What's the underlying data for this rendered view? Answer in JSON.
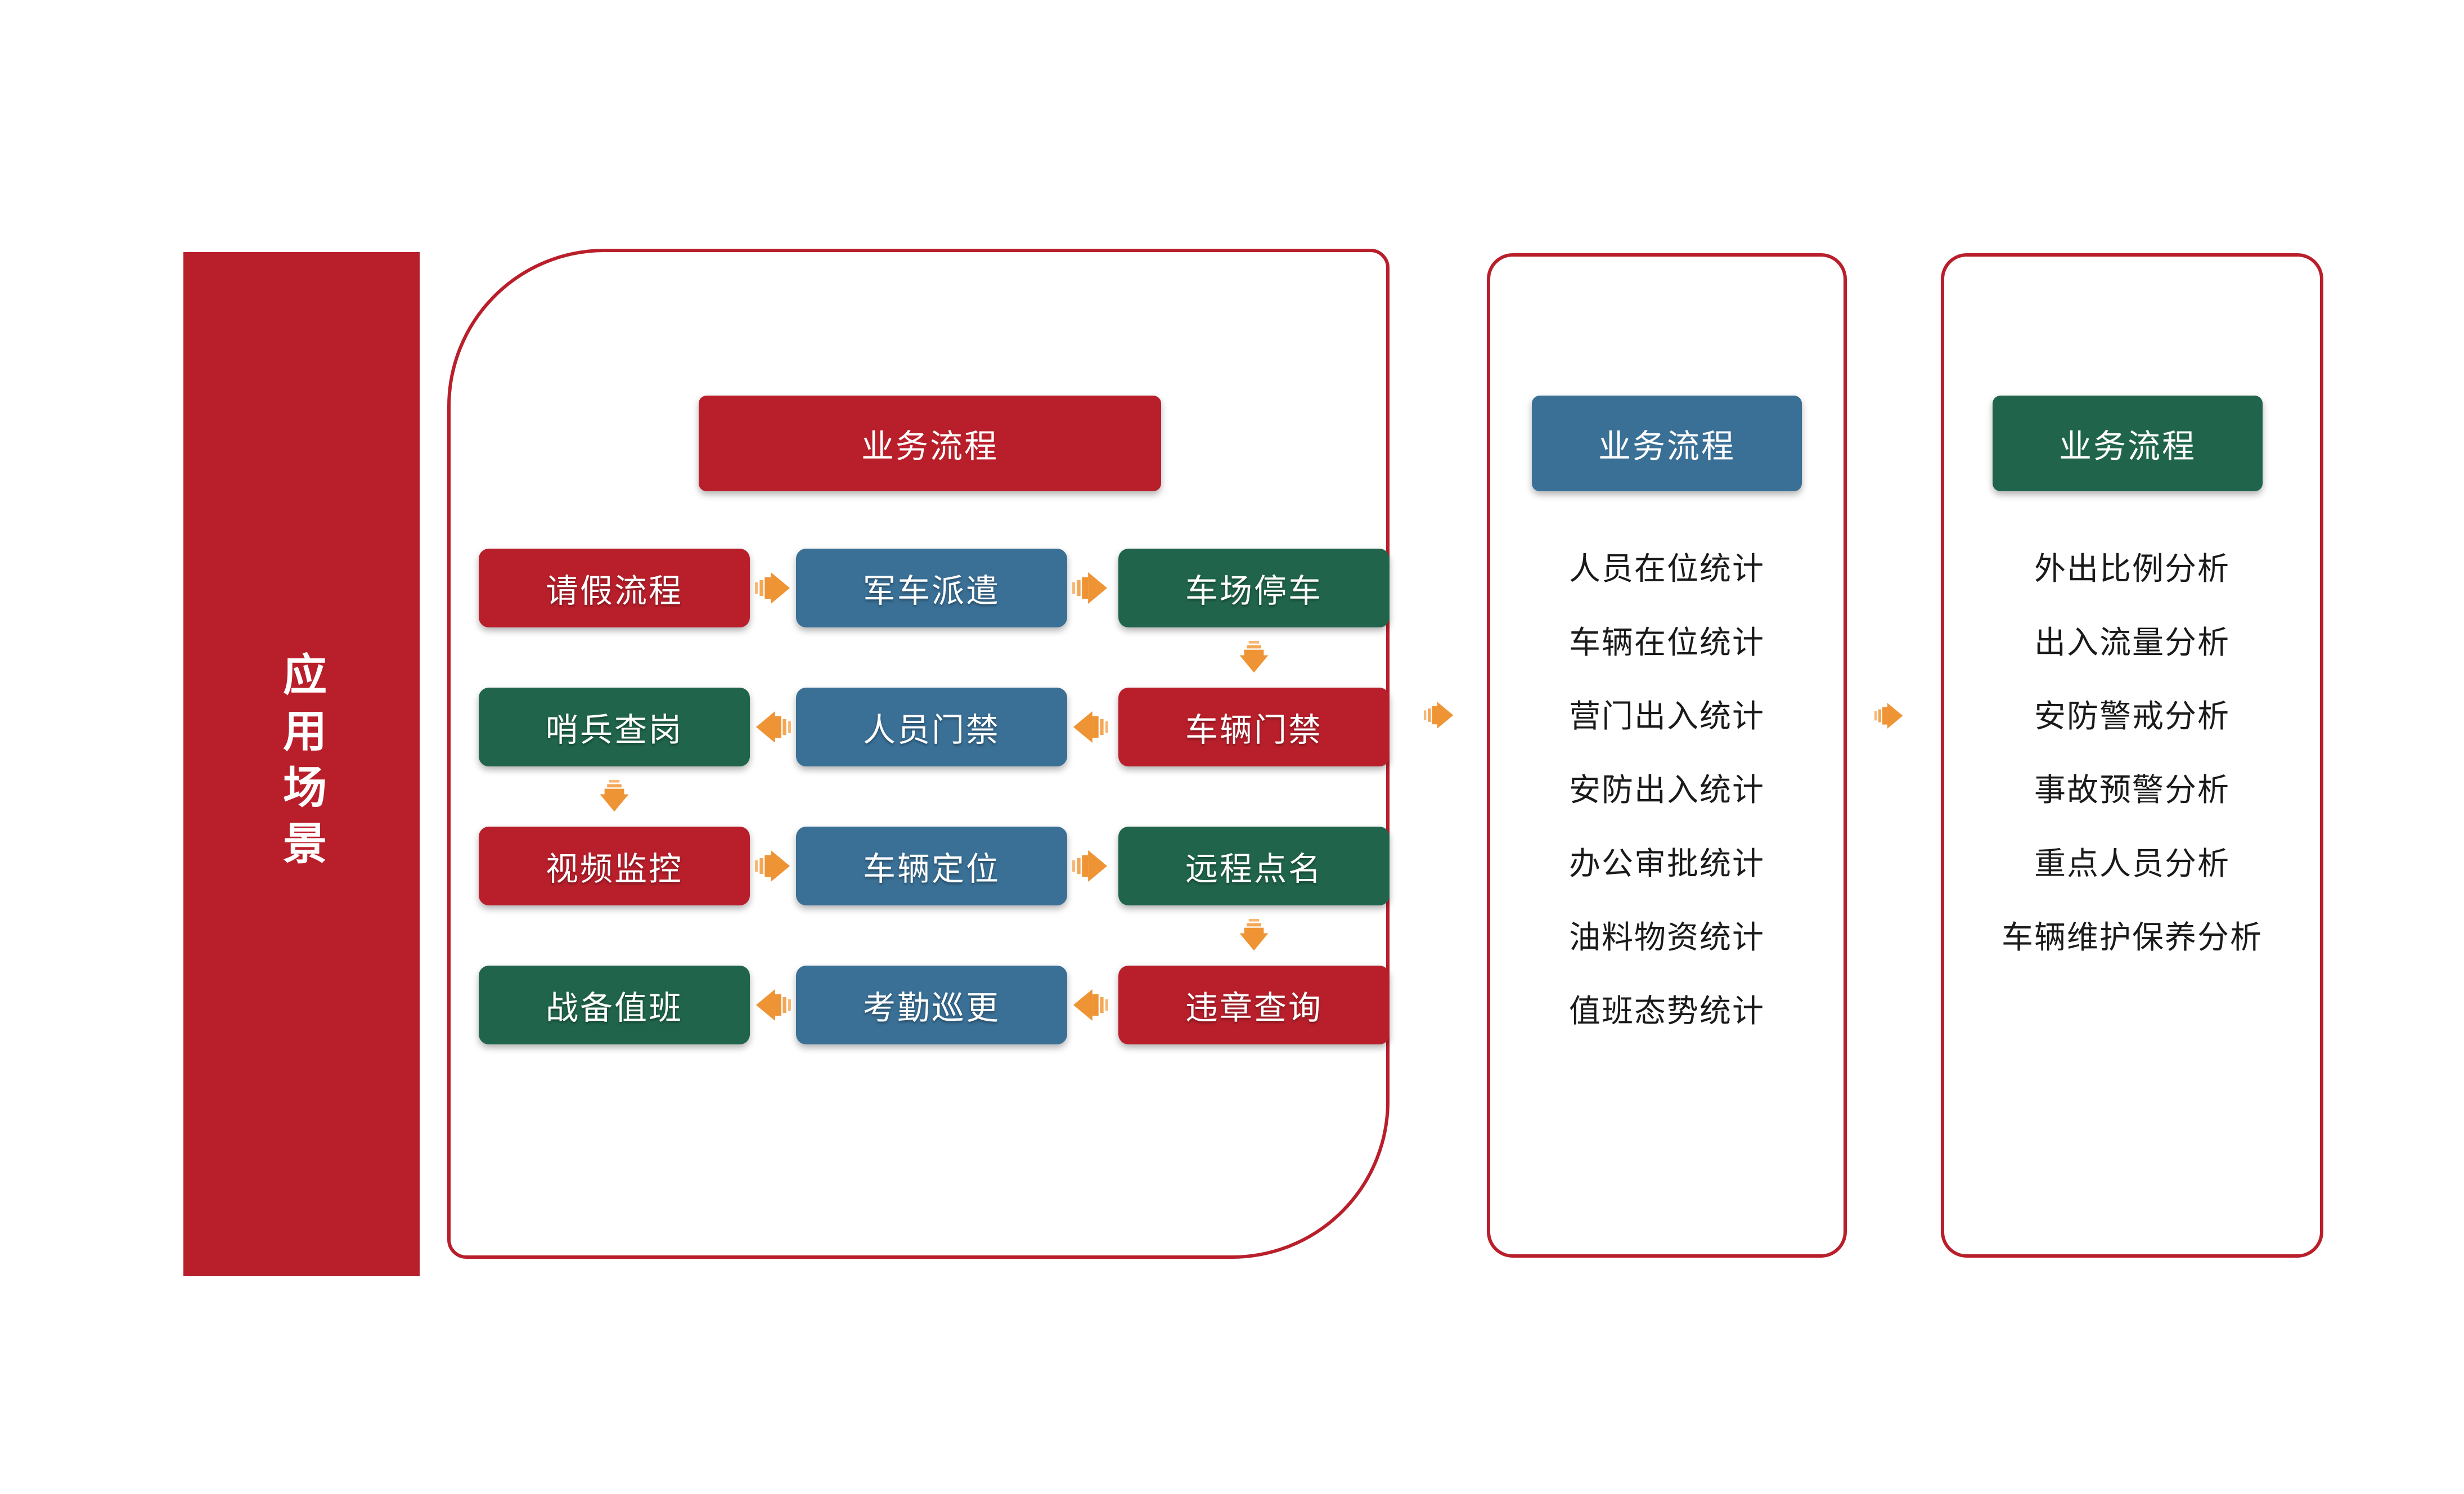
{
  "palette": {
    "red": "#B91F2B",
    "blue": "#3A7096",
    "green": "#20654B",
    "orange": "#EE9435",
    "orange_light": "#F6B877",
    "panel_border": "#B91F2B",
    "text": "#1A1A1A",
    "background": "#FFFFFF"
  },
  "left_bar": {
    "label": "应用场景"
  },
  "flow_panel": {
    "header": "业务流程",
    "rows": [
      {
        "arrow_dir": "right",
        "boxes": [
          {
            "label": "请假流程",
            "color": "red"
          },
          {
            "label": "军车派遣",
            "color": "blue"
          },
          {
            "label": "车场停车",
            "color": "green"
          }
        ]
      },
      {
        "arrow_dir": "left",
        "boxes": [
          {
            "label": "哨兵查岗",
            "color": "green"
          },
          {
            "label": "人员门禁",
            "color": "blue"
          },
          {
            "label": "车辆门禁",
            "color": "red"
          }
        ]
      },
      {
        "arrow_dir": "right",
        "boxes": [
          {
            "label": "视频监控",
            "color": "red"
          },
          {
            "label": "车辆定位",
            "color": "blue"
          },
          {
            "label": "远程点名",
            "color": "green"
          }
        ]
      },
      {
        "arrow_dir": "left",
        "boxes": [
          {
            "label": "战备值班",
            "color": "green"
          },
          {
            "label": "考勤巡更",
            "color": "blue"
          },
          {
            "label": "违章查询",
            "color": "red"
          }
        ]
      }
    ]
  },
  "stats_panel": {
    "header": "业务流程",
    "items": [
      "人员在位统计",
      "车辆在位统计",
      "营门出入统计",
      "安防出入统计",
      "办公审批统计",
      "油料物资统计",
      "值班态势统计"
    ]
  },
  "analysis_panel": {
    "header": "业务流程",
    "items": [
      "外出比例分析",
      "出入流量分析",
      "安防警戒分析",
      "事故预警分析",
      "重点人员分析",
      "车辆维护保养分析"
    ]
  }
}
